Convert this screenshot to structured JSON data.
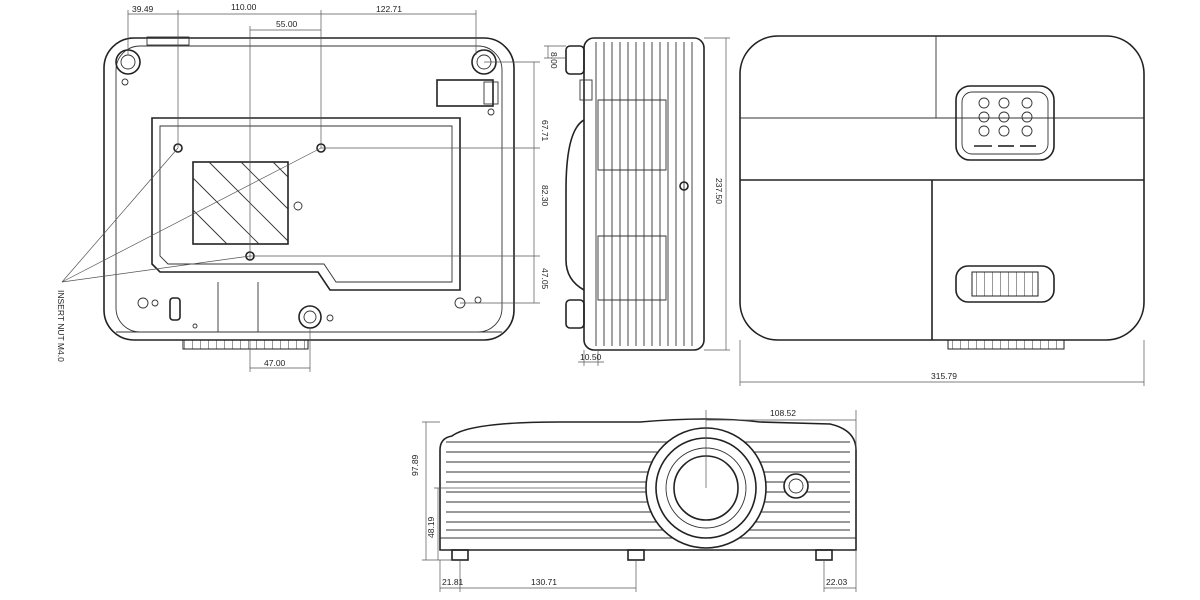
{
  "dimensions": {
    "bottom": {
      "d1": "39.49",
      "d2": "110.00",
      "d3": "55.00",
      "d4": "122.71",
      "d5": "67.71",
      "d6": "82.30",
      "d7": "47.05",
      "d8": "47.00"
    },
    "note": "INSERT NUT M4.0",
    "side": {
      "d1": "8.00",
      "d2": "237.50",
      "d3": "10.50"
    },
    "top": {
      "width": "315.79"
    },
    "front": {
      "lens_offset": "108.52",
      "height": "97.89",
      "lens_height": "48.19",
      "foot_left": "21.81",
      "foot_span": "130.71",
      "foot_right": "22.03"
    }
  }
}
